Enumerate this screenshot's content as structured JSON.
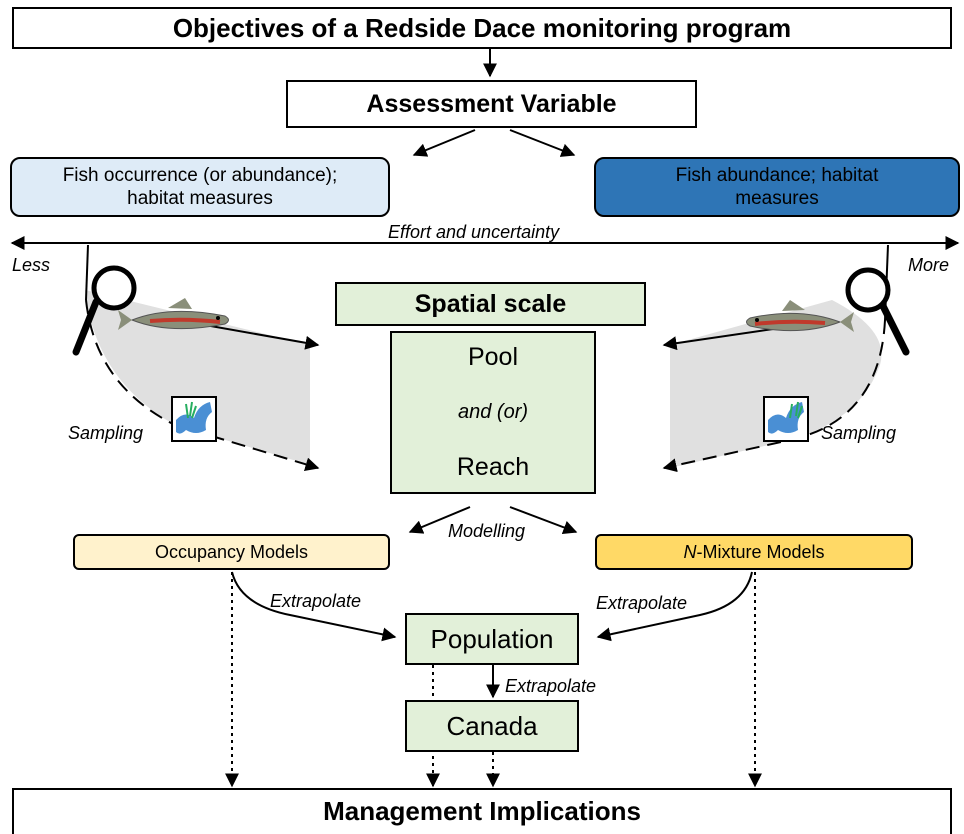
{
  "title": "Objectives of a Redside Dace monitoring program",
  "assessment_variable": "Assessment Variable",
  "left_variable": "Fish occurrence (or abundance); habitat measures",
  "right_variable": "Fish abundance; habitat measures",
  "effort_axis": {
    "label": "Effort and uncertainty",
    "low": "Less",
    "high": "More"
  },
  "sampling_label": "Sampling",
  "spatial_scale": {
    "title": "Spatial scale",
    "pool": "Pool",
    "and_or": "and (or)",
    "reach": "Reach"
  },
  "modelling_label": "Modelling",
  "occupancy_models": "Occupancy Models",
  "n_mixture": {
    "n": "N",
    "rest": "-Mixture Models"
  },
  "extrapolate_label": "Extrapolate",
  "population": "Population",
  "canada": "Canada",
  "management": "Management Implications",
  "colors": {
    "left_variable_fill": "#deebf7",
    "right_variable_fill": "#2e75b6",
    "green_fill": "#e2f0d9",
    "occupancy_fill": "#fff2cc",
    "n_mixture_fill": "#ffd966",
    "shaded_region": "#e0e0e0"
  },
  "icons": [
    "magnifier-icon",
    "redside-dace-fish-icon",
    "stream-habitat-icon"
  ]
}
